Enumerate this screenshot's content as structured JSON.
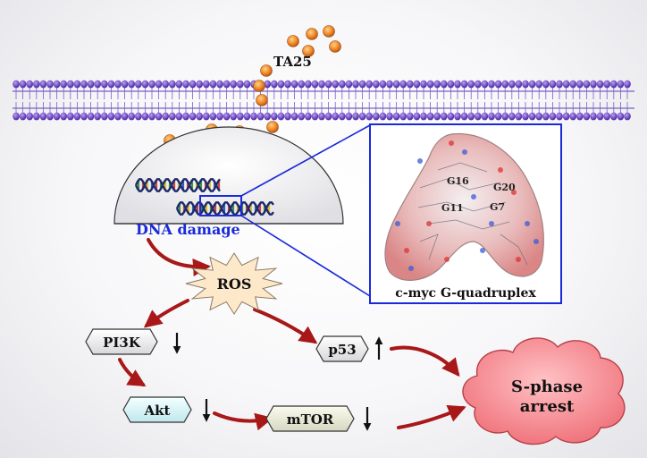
{
  "compound_label": "TA25",
  "dna_damage_label": "DNA damage",
  "ros_label": "ROS",
  "pi3k_label": "PI3K",
  "akt_label": "Akt",
  "mtor_label": "mTOR",
  "p53_label": "p53",
  "outcome_label": [
    "S-phase",
    "arrest"
  ],
  "structure": {
    "caption": "c-myc G-quadruplex",
    "residues": [
      "G16",
      "G20",
      "G11",
      "G7"
    ]
  },
  "colors": {
    "membrane": "#5b2fb8",
    "particle": "#e87f22",
    "pathway_arrow": "#a81818",
    "zoom_box": "#1a2ad8",
    "outcome_fill": "#f4838a"
  }
}
